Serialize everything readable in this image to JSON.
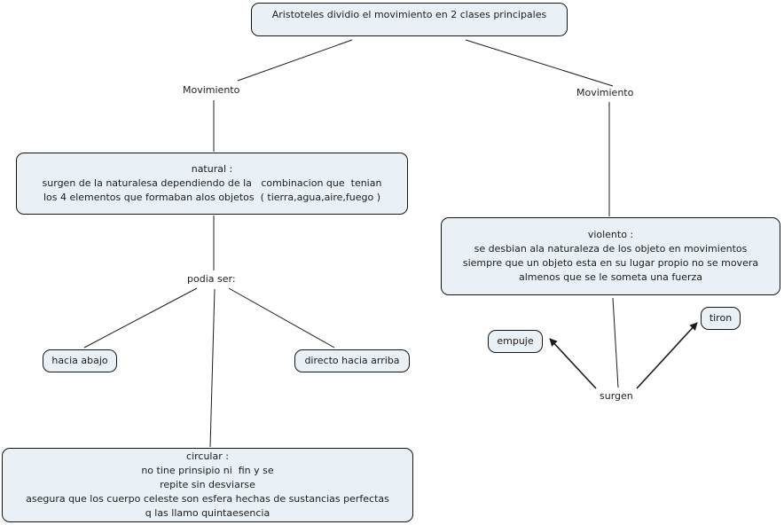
{
  "nodes": {
    "title": "Aristoteles dividio el movimiento en 2 clases principales",
    "movimiento_left": "Movimiento",
    "movimiento_right": "Movimiento",
    "natural": "natural :\nsurgen de la naturalesa dependiendo de la   combinacion que  tenian\nlos 4 elementos que formaban alos objetos  ( tierra,agua,aire,fuego )",
    "podia_ser": "podia ser:",
    "hacia_abajo": "hacia abajo",
    "directo_hacia_arriba": "directo hacia arriba",
    "circular": "circular :\nno tine prinsipio ni  fin y se\nrepite sin desviarse\nasegura que los cuerpo celeste son esfera hechas de sustancias perfectas\nq las llamo quintaesencia",
    "violento": "violento :\nse desbian ala naturaleza de los objeto en movimientos\nsiempre que un objeto esta en su lugar propio no se movera\nalmenos que se le someta una fuerza",
    "empuje": "empuje",
    "tiron": "tiron",
    "surgen": "surgen"
  },
  "colors": {
    "node_fill": "#e9f1f6",
    "node_border": "#161616",
    "line": "#1c1c1c",
    "text": "#1c1c1c",
    "background": "#ffffff"
  }
}
